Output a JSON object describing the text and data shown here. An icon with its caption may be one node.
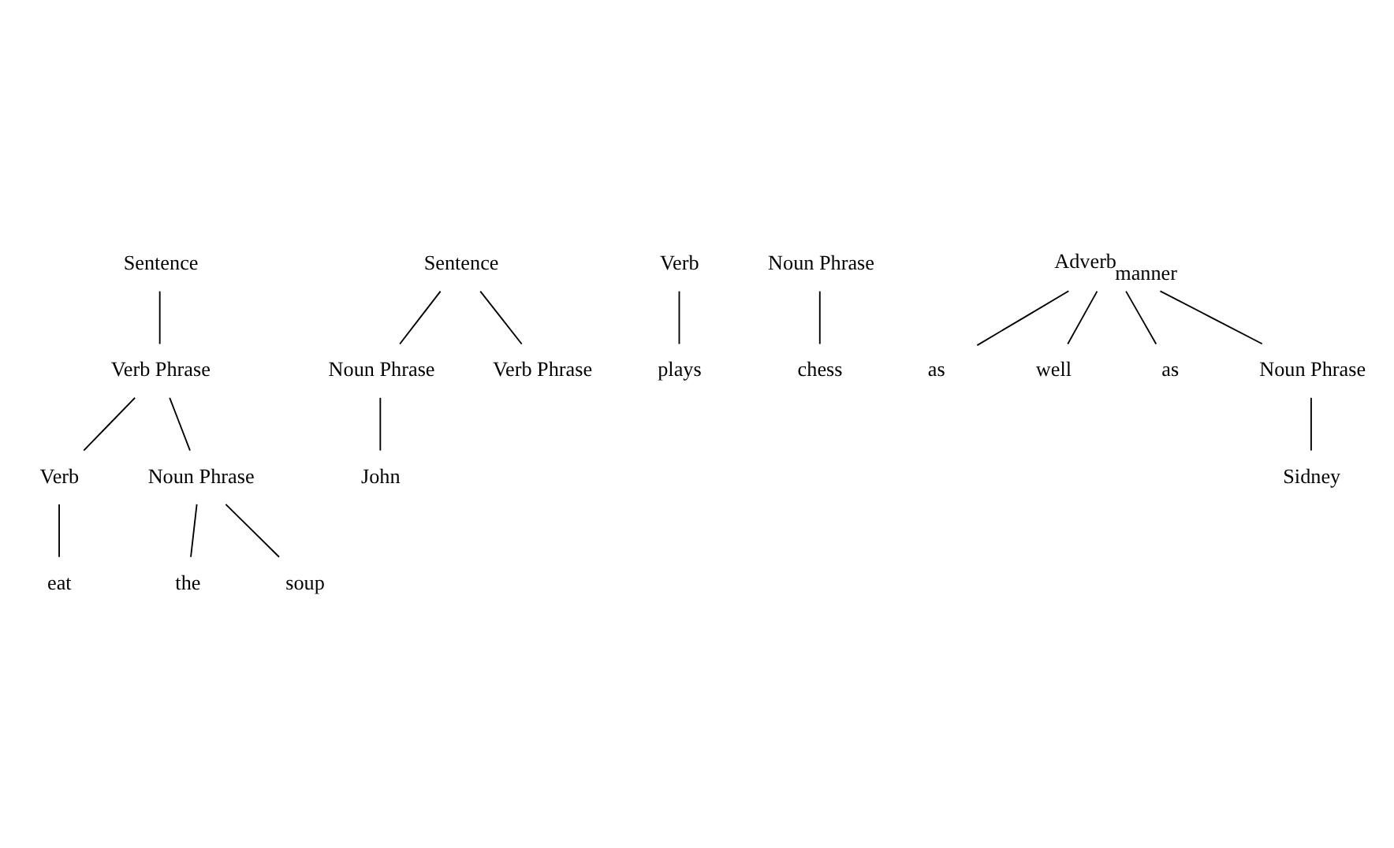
{
  "diagram": {
    "nodes": [
      {
        "text": [
          "Sentence"
        ]
      },
      {
        "text": [
          "Verb Phrase"
        ]
      },
      {
        "text": [
          "Verb"
        ]
      },
      {
        "text": [
          "eat"
        ]
      },
      {
        "text": [
          "Noun Phrase"
        ]
      },
      {
        "text": [
          "the"
        ]
      },
      {
        "text": [
          "soup"
        ]
      },
      {
        "text": [
          "Sentence"
        ]
      },
      {
        "text": [
          "Noun Phrase"
        ]
      },
      {
        "text": [
          "Verb Phrase"
        ]
      },
      {
        "text": [
          "John"
        ]
      },
      {
        "text": [
          "Verb"
        ]
      },
      {
        "text": [
          "plays"
        ]
      },
      {
        "text": [
          "Noun Phrase"
        ]
      },
      {
        "text": [
          "chess"
        ]
      },
      {
        "text": [
          "Adverb$_{manner}$"
        ]
      },
      {
        "text": [
          "as"
        ]
      },
      {
        "text": [
          "well"
        ]
      },
      {
        "text": [
          "as"
        ]
      },
      {
        "text": [
          "Noun Phrase"
        ]
      },
      {
        "text": [
          "Sidney"
        ]
      }
    ],
    "edges": [
      {
        "from": 0,
        "to": 1,
        "arrow": "none"
      },
      {
        "from": 1,
        "to": 2,
        "arrow": "none"
      },
      {
        "from": 2,
        "to": 3,
        "arrow": "none"
      },
      {
        "from": 1,
        "to": 4,
        "arrow": "none"
      },
      {
        "from": 4,
        "to": 5,
        "arrow": "none"
      },
      {
        "from": 4,
        "to": 6,
        "arrow": "none"
      },
      {
        "from": 7,
        "to": 8,
        "arrow": "none"
      },
      {
        "from": 7,
        "to": 9,
        "arrow": "none"
      },
      {
        "from": 8,
        "to": 10,
        "arrow": "none"
      },
      {
        "from": 11,
        "to": 12,
        "arrow": "none"
      },
      {
        "from": 13,
        "to": 14,
        "arrow": "none"
      },
      {
        "from": 15,
        "to": 16,
        "arrow": "none"
      },
      {
        "from": 15,
        "to": 17,
        "arrow": "none"
      },
      {
        "from": 15,
        "to": 18,
        "arrow": "none"
      },
      {
        "from": 15,
        "to": 19,
        "arrow": "none"
      },
      {
        "from": 19,
        "to": 20,
        "arrow": "none"
      }
    ]
  }
}
